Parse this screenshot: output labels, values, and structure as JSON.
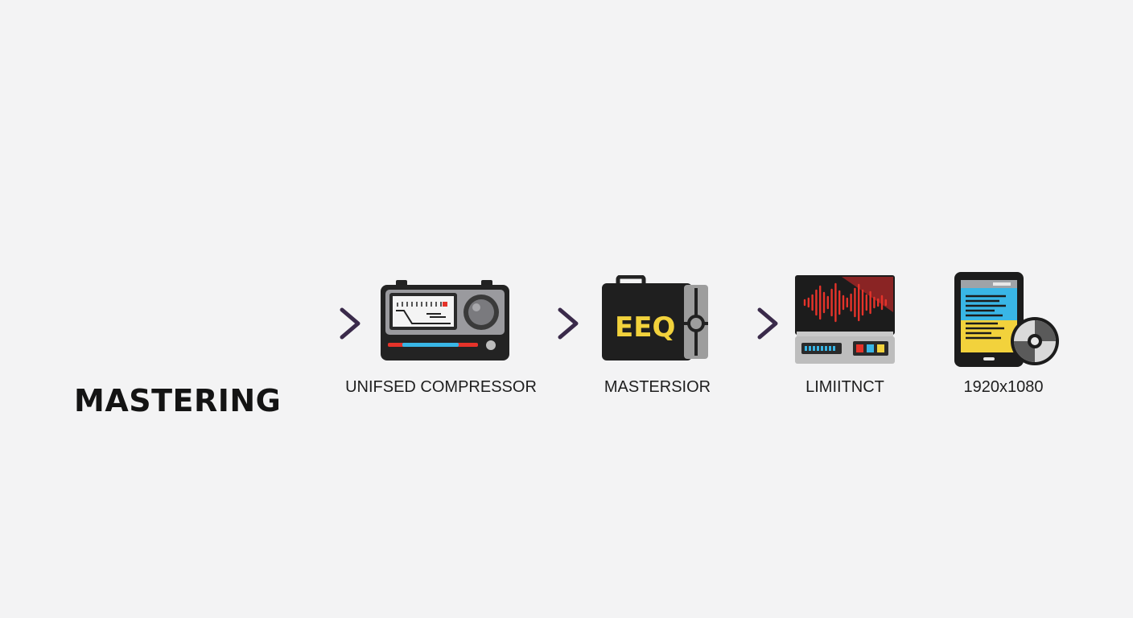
{
  "logo": {
    "title": "MASTERING",
    "waveform_gradient": [
      "#3a1f55",
      "#5b3f9a",
      "#4f8fd8",
      "#5fd0ea"
    ]
  },
  "stages": [
    {
      "id": "compressor",
      "label": "UNIFSED COMPRESSOR",
      "icon": "compressor-meter-icon"
    },
    {
      "id": "eq",
      "label": "MASTERSIOR",
      "icon": "eq-device-icon",
      "icon_text": "EEQ"
    },
    {
      "id": "limiter",
      "label": "LIMIITNCT",
      "icon": "limiter-waveform-icon"
    },
    {
      "id": "output",
      "label": "1920x1080",
      "icon": "tablet-disc-icon"
    }
  ],
  "arrows": {
    "color_start": "#5a6aa8",
    "color_end": "#3a2a4a"
  },
  "colors": {
    "background": "#f3f3f4",
    "device_dark": "#222222",
    "accent_red": "#e5332a",
    "accent_blue": "#39b6e6",
    "accent_yellow": "#f2d23c"
  }
}
